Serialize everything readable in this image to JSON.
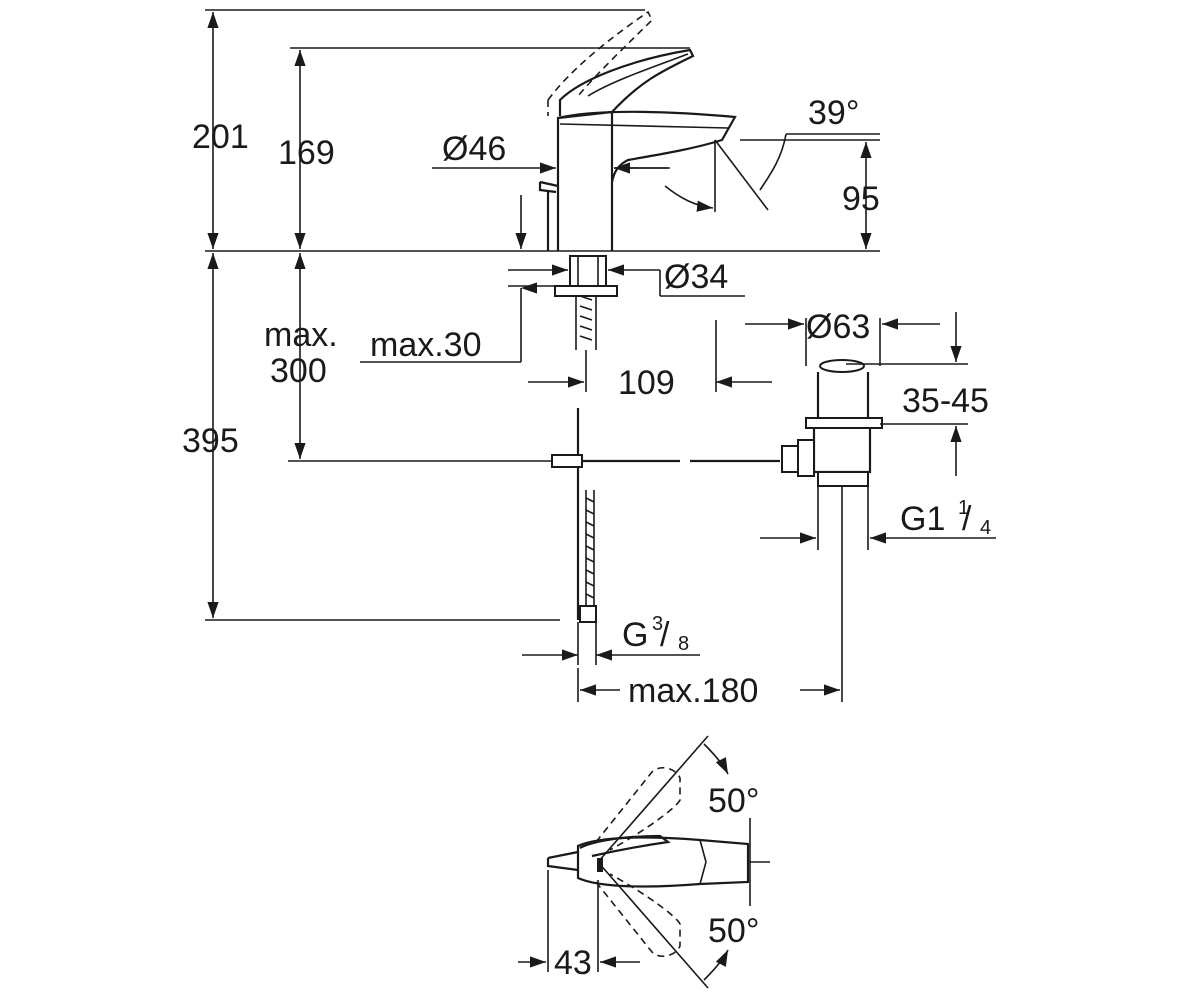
{
  "dimensions": {
    "total_height": "201",
    "spout_height": "169",
    "body_diameter": "Ø46",
    "spout_angle": "39°",
    "spout_outlet_height": "95",
    "hole_diameter": "Ø34",
    "deck_thickness_label_1": "max.",
    "deck_thickness_label_2": "300",
    "max_counter_thickness": "max.30",
    "spout_reach": "109",
    "waste_diameter": "Ø63",
    "waste_plug_range": "35-45",
    "below_deck_height": "395",
    "waste_thread_main": "G1",
    "waste_thread_num": "1",
    "waste_thread_den": "4",
    "supply_thread_main": "G",
    "supply_thread_num": "3",
    "supply_thread_den": "8",
    "max_waste_offset": "max.180",
    "lever_rotation_left": "50°",
    "lever_rotation_right": "50°",
    "lever_offset": "43"
  }
}
